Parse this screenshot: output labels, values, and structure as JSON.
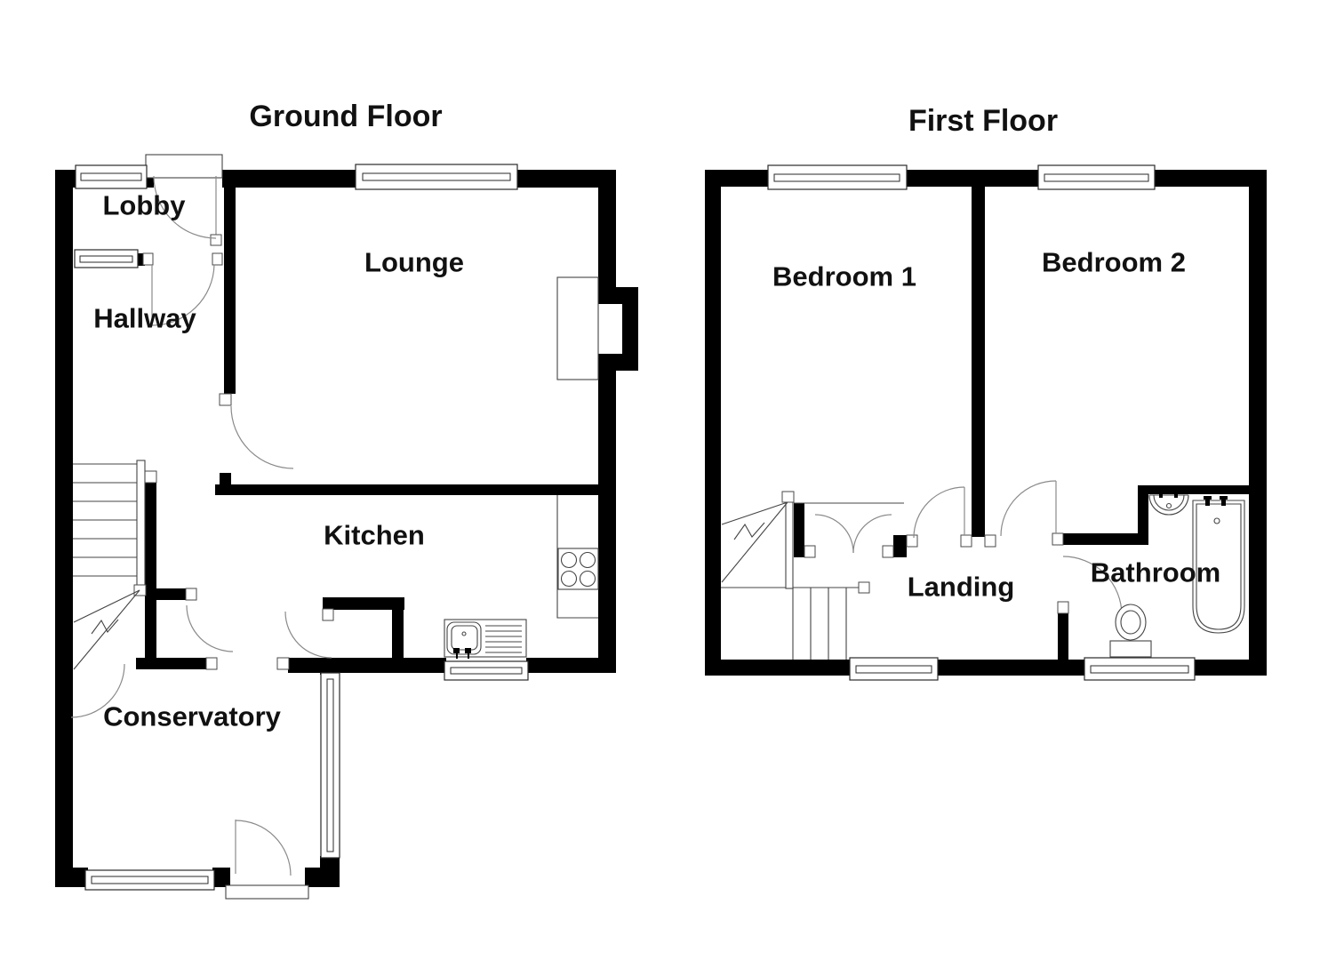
{
  "ground_floor": {
    "title": "Ground Floor",
    "rooms": {
      "lobby": "Lobby",
      "hallway": "Hallway",
      "lounge": "Lounge",
      "kitchen": "Kitchen",
      "conservatory": "Conservatory"
    }
  },
  "first_floor": {
    "title": "First Floor",
    "rooms": {
      "bedroom1": "Bedroom 1",
      "bedroom2": "Bedroom 2",
      "landing": "Landing",
      "bathroom": "Bathroom"
    }
  },
  "colors": {
    "background": "#ffffff",
    "wall": "#000000",
    "fixture_line": "#444444",
    "arc_line": "#8a8a8a"
  }
}
